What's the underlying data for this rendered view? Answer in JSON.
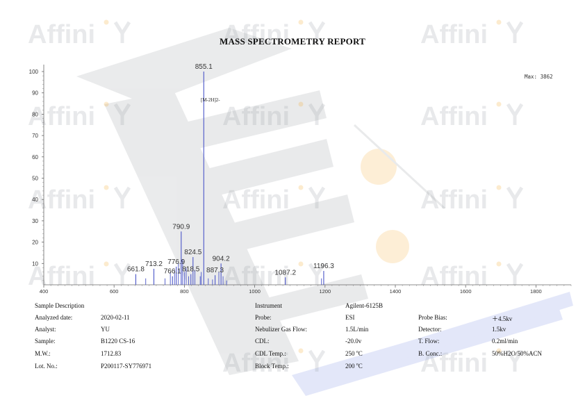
{
  "report": {
    "title": "MASS SPECTROMETRY REPORT",
    "max_label": "Max: 3862",
    "annotation": "[M-2H]2-"
  },
  "watermark": {
    "brand": "Affinity",
    "brand_color": "#9aa0a6",
    "accent_color": "#f5a623"
  },
  "chart_data": {
    "type": "bar",
    "xlim": [
      400,
      1900
    ],
    "ylim": [
      0,
      100
    ],
    "x_ticks": [
      "400",
      "600",
      "800",
      "1000",
      "1200",
      "1400",
      "1600",
      "1800"
    ],
    "y_ticks": [
      "10",
      "20",
      "30",
      "40",
      "50",
      "60",
      "70",
      "80",
      "90",
      "100"
    ],
    "bar_color": "#4a55c8",
    "peaks": [
      {
        "x": 661.8,
        "y": 5.0,
        "label": "661.8"
      },
      {
        "x": 713.2,
        "y": 7.5,
        "label": "713.2"
      },
      {
        "x": 766.1,
        "y": 4.0,
        "label": "766.1"
      },
      {
        "x": 776.9,
        "y": 8.5,
        "label": "776.9"
      },
      {
        "x": 790.9,
        "y": 25.0,
        "label": "790.9"
      },
      {
        "x": 818.5,
        "y": 5.0,
        "label": "818.5"
      },
      {
        "x": 824.5,
        "y": 13.0,
        "label": "824.5"
      },
      {
        "x": 855.1,
        "y": 100.0,
        "label": "855.1"
      },
      {
        "x": 887.3,
        "y": 4.5,
        "label": "887.3"
      },
      {
        "x": 904.2,
        "y": 10.0,
        "label": "904.2"
      },
      {
        "x": 1087.2,
        "y": 3.5,
        "label": "1087.2"
      },
      {
        "x": 1196.3,
        "y": 6.5,
        "label": "1196.3"
      }
    ],
    "minor_peaks": [
      {
        "x": 690,
        "y": 3.0
      },
      {
        "x": 745,
        "y": 3.0
      },
      {
        "x": 760,
        "y": 6.0
      },
      {
        "x": 772,
        "y": 7.0
      },
      {
        "x": 783,
        "y": 10.0
      },
      {
        "x": 795,
        "y": 12.0
      },
      {
        "x": 800,
        "y": 6.0
      },
      {
        "x": 805,
        "y": 8.0
      },
      {
        "x": 812,
        "y": 4.0
      },
      {
        "x": 830,
        "y": 7.0
      },
      {
        "x": 845,
        "y": 4.0
      },
      {
        "x": 848,
        "y": 6.0
      },
      {
        "x": 868,
        "y": 3.0
      },
      {
        "x": 880,
        "y": 2.5
      },
      {
        "x": 898,
        "y": 6.0
      },
      {
        "x": 910,
        "y": 4.0
      },
      {
        "x": 920,
        "y": 2.0
      },
      {
        "x": 1190,
        "y": 3.0
      }
    ]
  },
  "sample": {
    "heading": "Sample Description",
    "rows": [
      {
        "label": "Analyzed date:",
        "value": "2020-02-11"
      },
      {
        "label": "Analyst:",
        "value": "YU"
      },
      {
        "label": "Sample:",
        "value": "B1220 CS-16"
      },
      {
        "label": "M.W.:",
        "value": "1712.83"
      },
      {
        "label": "Lot. No.:",
        "value": "P200117-SY776971"
      }
    ]
  },
  "instrument": {
    "heading": "Instrument",
    "model": "Agilent-6125B",
    "rows": [
      {
        "label": "Probe:",
        "value": "ESI"
      },
      {
        "label": "Nebulizer Gas Flow:",
        "value": "1.5L/min"
      },
      {
        "label": "CDL:",
        "value": "-20.0v"
      },
      {
        "label": "CDL Temp.:",
        "value": "250",
        "unit": "C"
      },
      {
        "label": "Block Temp.:",
        "value": "200",
        "unit": "C"
      }
    ],
    "right_rows": [
      {
        "label": "Probe Bias:",
        "value": "＋4.5kv"
      },
      {
        "label": "Detector:",
        "value": "1.5kv"
      },
      {
        "label": "T. Flow:",
        "value": "0.2ml/min"
      },
      {
        "label": "B. Conc.:",
        "value": "50%H2O/50%ACN"
      }
    ]
  }
}
